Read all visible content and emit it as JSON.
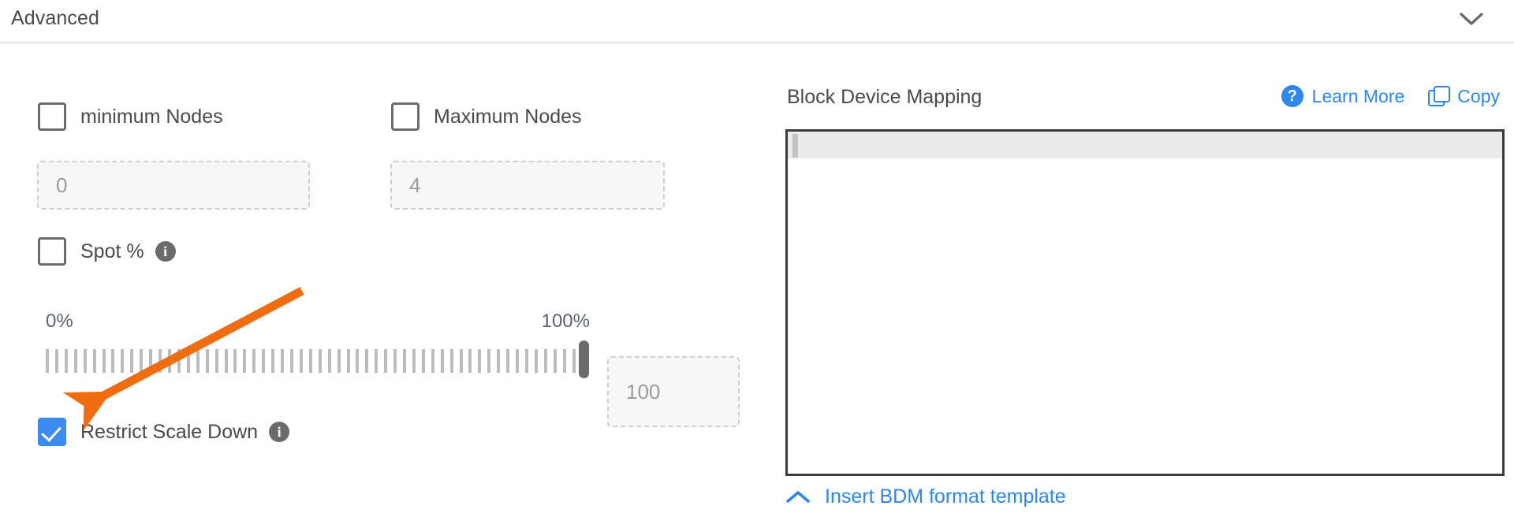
{
  "header": {
    "title": "Advanced",
    "collapse_icon": "chevron-down-icon"
  },
  "left": {
    "min_nodes": {
      "label": "minimum Nodes",
      "checked": false,
      "input_value": "0"
    },
    "max_nodes": {
      "label": "Maximum Nodes",
      "checked": false,
      "input_value": "4"
    },
    "spot": {
      "label": "Spot %",
      "checked": false,
      "info_icon": "info-icon",
      "info_glyph": "i"
    },
    "slider": {
      "min_label": "0%",
      "max_label": "100%",
      "value": 100,
      "value_box": "100",
      "tick_count": 58
    },
    "restrict_scale_down": {
      "label": "Restrict Scale Down",
      "checked": true,
      "info_icon": "info-icon",
      "info_glyph": "i"
    }
  },
  "right": {
    "title": "Block Device Mapping",
    "learn_more": {
      "label": "Learn More",
      "icon": "question-circle-icon",
      "icon_glyph": "?"
    },
    "copy": {
      "label": "Copy",
      "icon": "copy-icon"
    },
    "editor": {
      "content": ""
    },
    "insert_template": {
      "label": "Insert BDM format template",
      "icon": "chevron-up-icon"
    }
  },
  "colors": {
    "accent_blue": "#2e86f0",
    "checkbox_blue": "#3b8bf0",
    "annotation_orange": "#ef6c11",
    "text_gray": "#4a4a4a",
    "muted_gray": "#9b9b9b",
    "tick_gray": "#bcbcbc",
    "editor_border": "#3b3b3b"
  }
}
